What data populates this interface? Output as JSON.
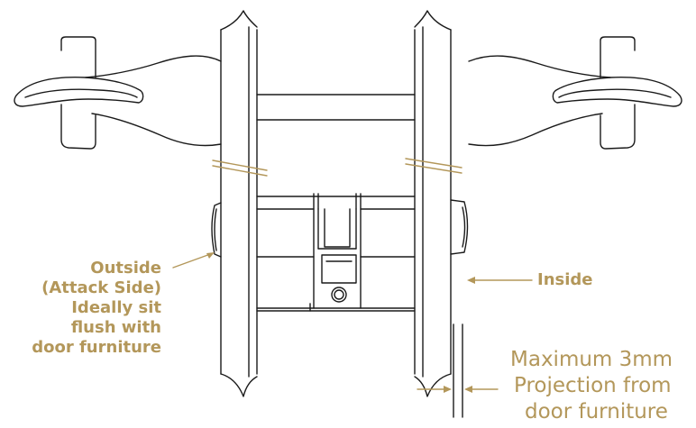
{
  "labels": {
    "outside": {
      "line1": "Outside",
      "line2": "(Attack Side)",
      "line3": "Ideally sit",
      "line4": "flush with",
      "line5": "door furniture"
    },
    "inside": "Inside",
    "max_projection": {
      "line1": "Maximum 3mm",
      "line2": "Projection from",
      "line3": "door furniture"
    }
  },
  "colors": {
    "line": "#1a1a1a",
    "accent": "#b3975a",
    "background": "#ffffff"
  }
}
